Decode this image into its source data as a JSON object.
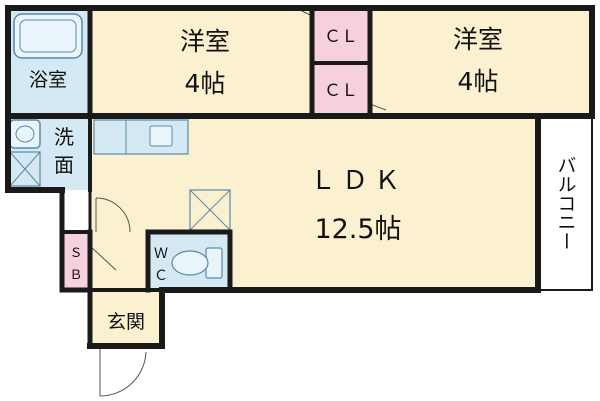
{
  "colors": {
    "wall": "#1a1a1a",
    "room": "#fbf0cf",
    "wet": "#d4e9f3",
    "closet": "#f7d0df",
    "balcony": "#ffffff",
    "fixture_stroke": "#5a8aa6"
  },
  "rooms": {
    "western_a": {
      "name": "洋室",
      "size": "4帖"
    },
    "western_b": {
      "name": "洋室",
      "size": "4帖"
    },
    "closet_a": {
      "label": "ＣＬ"
    },
    "closet_b": {
      "label": "ＣＬ"
    },
    "bath": {
      "label": "浴室"
    },
    "washroom": {
      "label_top": "洗",
      "label_bottom": "面"
    },
    "ldk": {
      "name": "ＬＤＫ",
      "size": "12.5帖"
    },
    "balcony": {
      "label": "バルコニー"
    },
    "sb": {
      "label_top": "Ｓ",
      "label_bottom": "Ｂ"
    },
    "wc": {
      "label_top": "Ｗ",
      "label_bottom": "Ｃ"
    },
    "entrance": {
      "label": "玄関"
    }
  }
}
